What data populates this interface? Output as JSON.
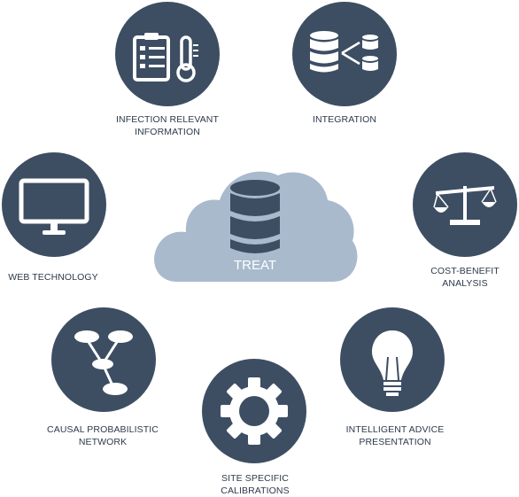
{
  "center": {
    "label": "TREAT",
    "icon": "database-icon",
    "color": "#a9bacd"
  },
  "node_color": "#3d4e63",
  "nodes": [
    {
      "id": "infection",
      "icon": "clipboard-thermometer-icon",
      "lines": [
        "INFECTION RELEVANT",
        "INFORMATION"
      ]
    },
    {
      "id": "integration",
      "icon": "database-network-icon",
      "lines": [
        "INTEGRATION"
      ]
    },
    {
      "id": "cost",
      "icon": "scales-icon",
      "lines": [
        "COST-BENEFIT",
        "ANALYSIS"
      ]
    },
    {
      "id": "advice",
      "icon": "lightbulb-icon",
      "lines": [
        "INTELLIGENT ADVICE",
        "PRESENTATION"
      ]
    },
    {
      "id": "site",
      "icon": "gear-icon",
      "lines": [
        "SITE SPECIFIC",
        "CALIBRATIONS"
      ]
    },
    {
      "id": "causal",
      "icon": "network-graph-icon",
      "lines": [
        "CAUSAL PROBABILISTIC",
        "NETWORK"
      ]
    },
    {
      "id": "web",
      "icon": "monitor-icon",
      "lines": [
        "WEB TECHNOLOGY"
      ]
    }
  ]
}
